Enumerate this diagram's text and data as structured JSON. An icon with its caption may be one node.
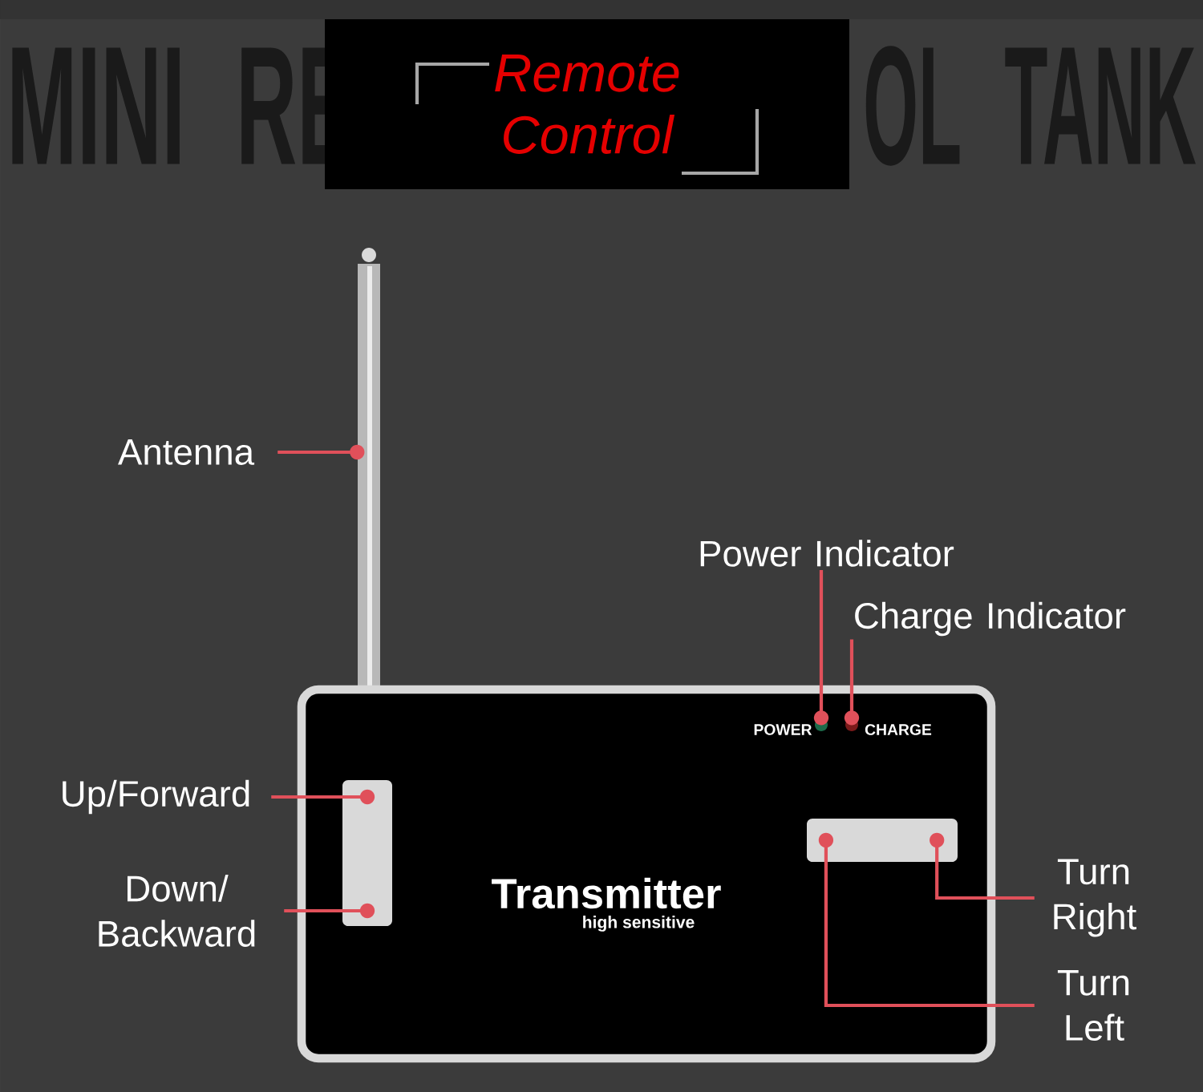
{
  "diagram": {
    "nodes": [
      {
        "text": [
          "Remote Control"
        ]
      },
      {
        "text": [
          "Antenna"
        ]
      },
      {
        "text": [],
        "shape": "bar"
      },
      {
        "text": [],
        "shape": "box"
      },
      {
        "text": [
          "Power Indicator"
        ]
      },
      {
        "text": [],
        "shape": "circle",
        "in": 3
      },
      {
        "text": [
          "Charge Indicator"
        ]
      },
      {
        "text": [],
        "shape": "circle",
        "in": 3
      },
      {
        "text": [
          "Up/Forward"
        ]
      },
      {
        "text": [
          "Down/ Backward"
        ]
      },
      {
        "text": [],
        "shape": "box",
        "in": 3
      },
      {
        "text": [
          "Turn Right"
        ]
      },
      {
        "text": [
          "Turn Left"
        ]
      },
      {
        "text": [],
        "shape": "box",
        "in": 3
      }
    ],
    "edges": [
      {
        "from": 1,
        "to": 2,
        "arrow": "other"
      },
      {
        "from": 4,
        "to": 5,
        "arrow": "other"
      },
      {
        "from": 6,
        "to": 7,
        "arrow": "other"
      },
      {
        "from": 8,
        "to": 10,
        "arrow": "other"
      },
      {
        "from": 9,
        "to": 10,
        "arrow": "other"
      },
      {
        "from": 11,
        "to": 13,
        "arrow": "other"
      },
      {
        "from": 12,
        "to": 13,
        "arrow": "other"
      }
    ],
    "labels": [
      "MINI RE",
      "OL TANK",
      "POWER",
      "CHARGE",
      "Transmitter",
      "high sensitive"
    ]
  }
}
